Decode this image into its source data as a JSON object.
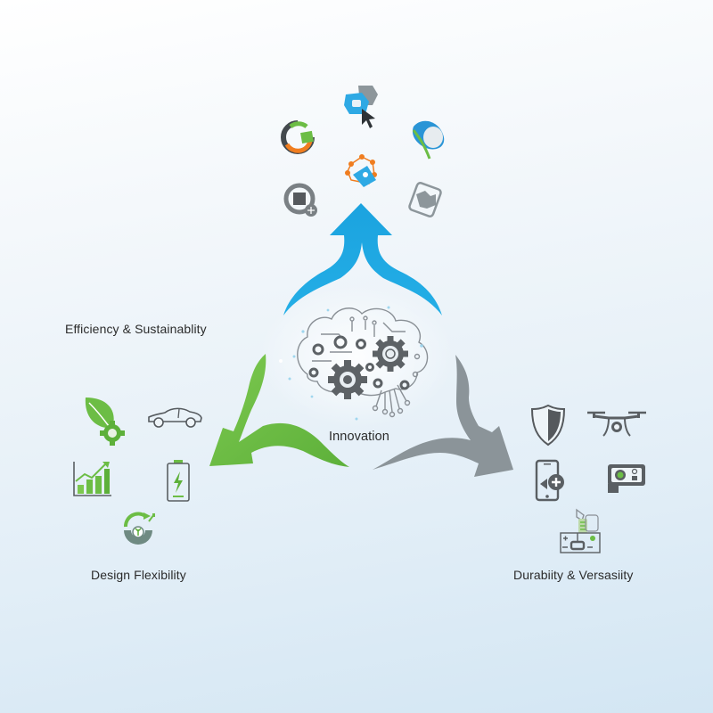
{
  "diagram": {
    "center": {
      "label": "Innovation",
      "icon": "brain-gears-icon"
    },
    "branches": [
      {
        "id": "top",
        "direction": "up",
        "color": "#1ea7e1",
        "label": "",
        "icons": [
          "sync-cube-icon",
          "cursor-link-icon",
          "shape-drop-icon",
          "cube-ring-icon",
          "puzzle-network-icon",
          "puzzle-frame-icon"
        ]
      },
      {
        "id": "left",
        "direction": "down-left",
        "color": "#6cbd45",
        "labels": [
          "Efficiency & Sustainablity",
          "Design Flexibility"
        ],
        "icons": [
          "leaf-gear-icon",
          "car-icon",
          "growth-chart-icon",
          "battery-charge-icon",
          "recycle-plant-icon"
        ]
      },
      {
        "id": "right",
        "direction": "down-right",
        "color": "#8b9499",
        "label": "Durabiity & Versasiity",
        "icons": [
          "shield-icon",
          "drone-icon",
          "phone-add-icon",
          "action-camera-icon",
          "circuit-tester-icon"
        ]
      }
    ],
    "labels": {
      "efficiency": "Efficiency & Sustainablity",
      "design": "Design Flexibility",
      "durability": "Durabiity & Versasiity",
      "innovation": "Innovation"
    },
    "colors": {
      "blue": "#1ea7e1",
      "green": "#6cbd45",
      "gray": "#8b9499",
      "icon_dark": "#5a5f63",
      "orange": "#f07d1f"
    }
  }
}
